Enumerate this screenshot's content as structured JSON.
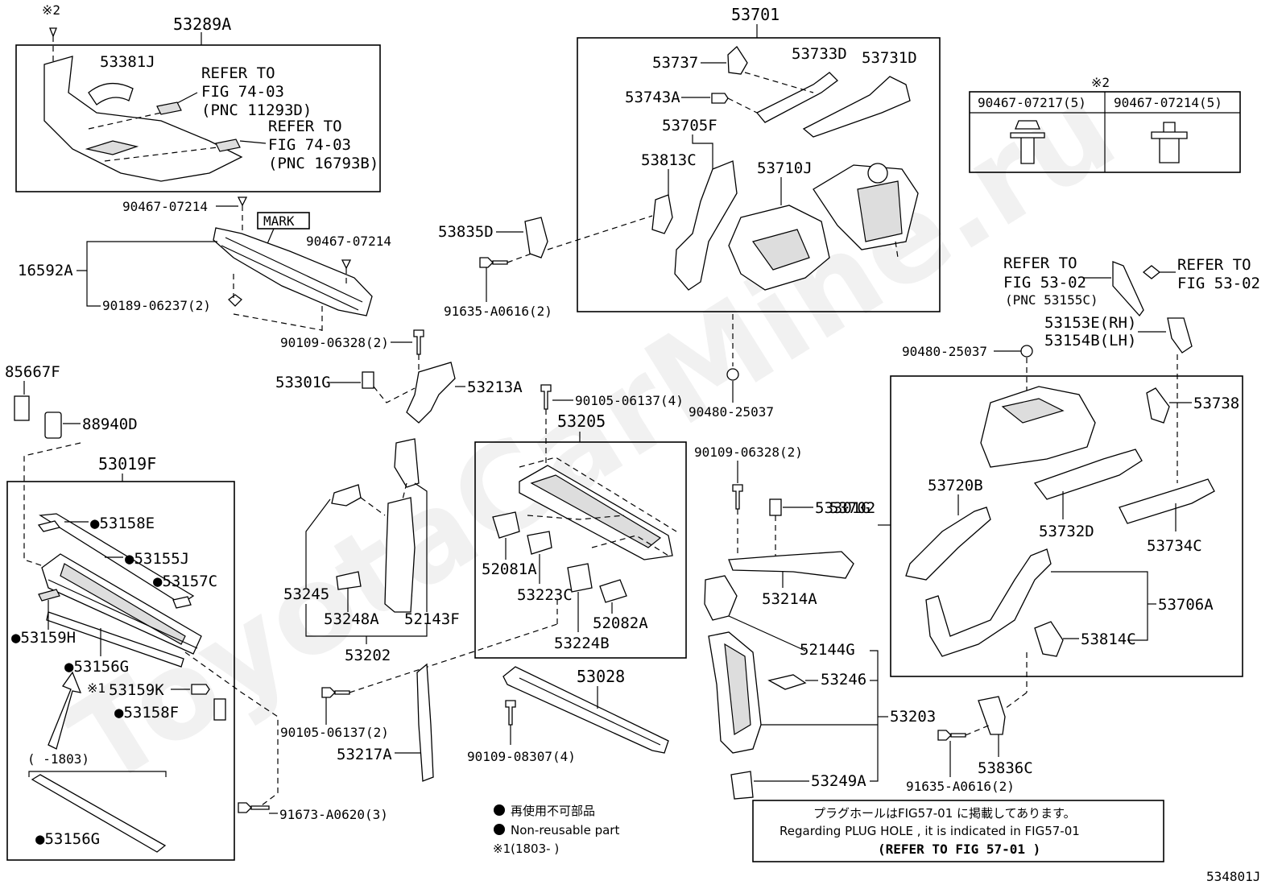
{
  "diagram_id": "534801J",
  "watermark": "ToyotaCarMine.ru",
  "groups": {
    "g53289A": "53289A",
    "g53701": "53701",
    "g53205": "53205",
    "g53019F": "53019F",
    "g53702": "53702"
  },
  "labels": {
    "note2_top": "※2",
    "p53381J": "53381J",
    "refer1_a": "REFER TO",
    "refer1_b": "FIG 74-03",
    "refer1_c": "(PNC 11293D)",
    "refer2_a": "REFER TO",
    "refer2_b": "FIG 74-03",
    "refer2_c": "(PNC 16793B)",
    "p90467_07214a": "90467-07214",
    "mark": "MARK",
    "p90467_07214b": "90467-07214",
    "p16592A": "16592A",
    "p90189": "90189-06237(2)",
    "p90109_06328a": "90109-06328(2)",
    "p85667F": "85667F",
    "p88940D": "88940D",
    "p53301G_a": "53301G",
    "p53213A": "53213A",
    "p53835D": "53835D",
    "p91635a": "91635-A0616(2)",
    "p53737": "53737",
    "p53733D": "53733D",
    "p53731D": "53731D",
    "p53743A": "53743A",
    "p53705F": "53705F",
    "p53813C": "53813C",
    "p53710J": "53710J",
    "p90480a": "90480-25037",
    "p90105a": "90105-06137(4)",
    "p52081A": "52081A",
    "p53223C": "53223C",
    "p53224B": "53224B",
    "p52082A": "52082A",
    "p53245": "53245",
    "p53248A": "53248A",
    "p52143F": "52143F",
    "p53202": "53202",
    "p53158E": "●53158E",
    "p53155J": "●53155J",
    "p53157C": "●53157C",
    "p53159H": "●53159H",
    "p53156G_a": "●53156G",
    "p53159K": "53159K",
    "note1_small": "※1",
    "p53158F": "●53158F",
    "range": "(   -1803)",
    "p53156G_b": "●53156G",
    "p90105b": "90105-06137(2)",
    "p53217A": "53217A",
    "p91673": "91673-A0620(3)",
    "p53028": "53028",
    "p90109_08307": "90109-08307(4)",
    "p90109_06328b": "90109-06328(2)",
    "p53301G_b": "53301G",
    "p53214A": "53214A",
    "p52144G": "52144G",
    "p53246": "53246",
    "p53203": "53203",
    "p53249A": "53249A",
    "p91635b": "91635-A0616(2)",
    "p53836C": "53836C",
    "refer3_a": "REFER TO",
    "refer3_b": "FIG 53-02",
    "refer3_c": "(PNC 53155C)",
    "refer4_a": "REFER TO",
    "refer4_b": "FIG 53-02",
    "p53153E": "53153E(RH)",
    "p53154B": "53154B(LH)",
    "p90480b": "90480-25037",
    "p53738": "53738",
    "p53720B": "53720B",
    "p53732D": "53732D",
    "p53734C": "53734C",
    "p53706A": "53706A",
    "p53814C": "53814C"
  },
  "clip_table": {
    "note": "※2",
    "col1": "90467-07217(5)",
    "col2": "90467-07214(5)"
  },
  "legend": {
    "jp": "再使用不可部品",
    "en": "Non-reusable part",
    "note1": "※1(1803-    )"
  },
  "plug_note": {
    "jp": "プラグホールはFIG57-01 に掲載してあります。",
    "en": "Regarding PLUG HOLE , it is indicated in FIG57-01",
    "refer": "(REFER TO FIG 57-01 )"
  }
}
